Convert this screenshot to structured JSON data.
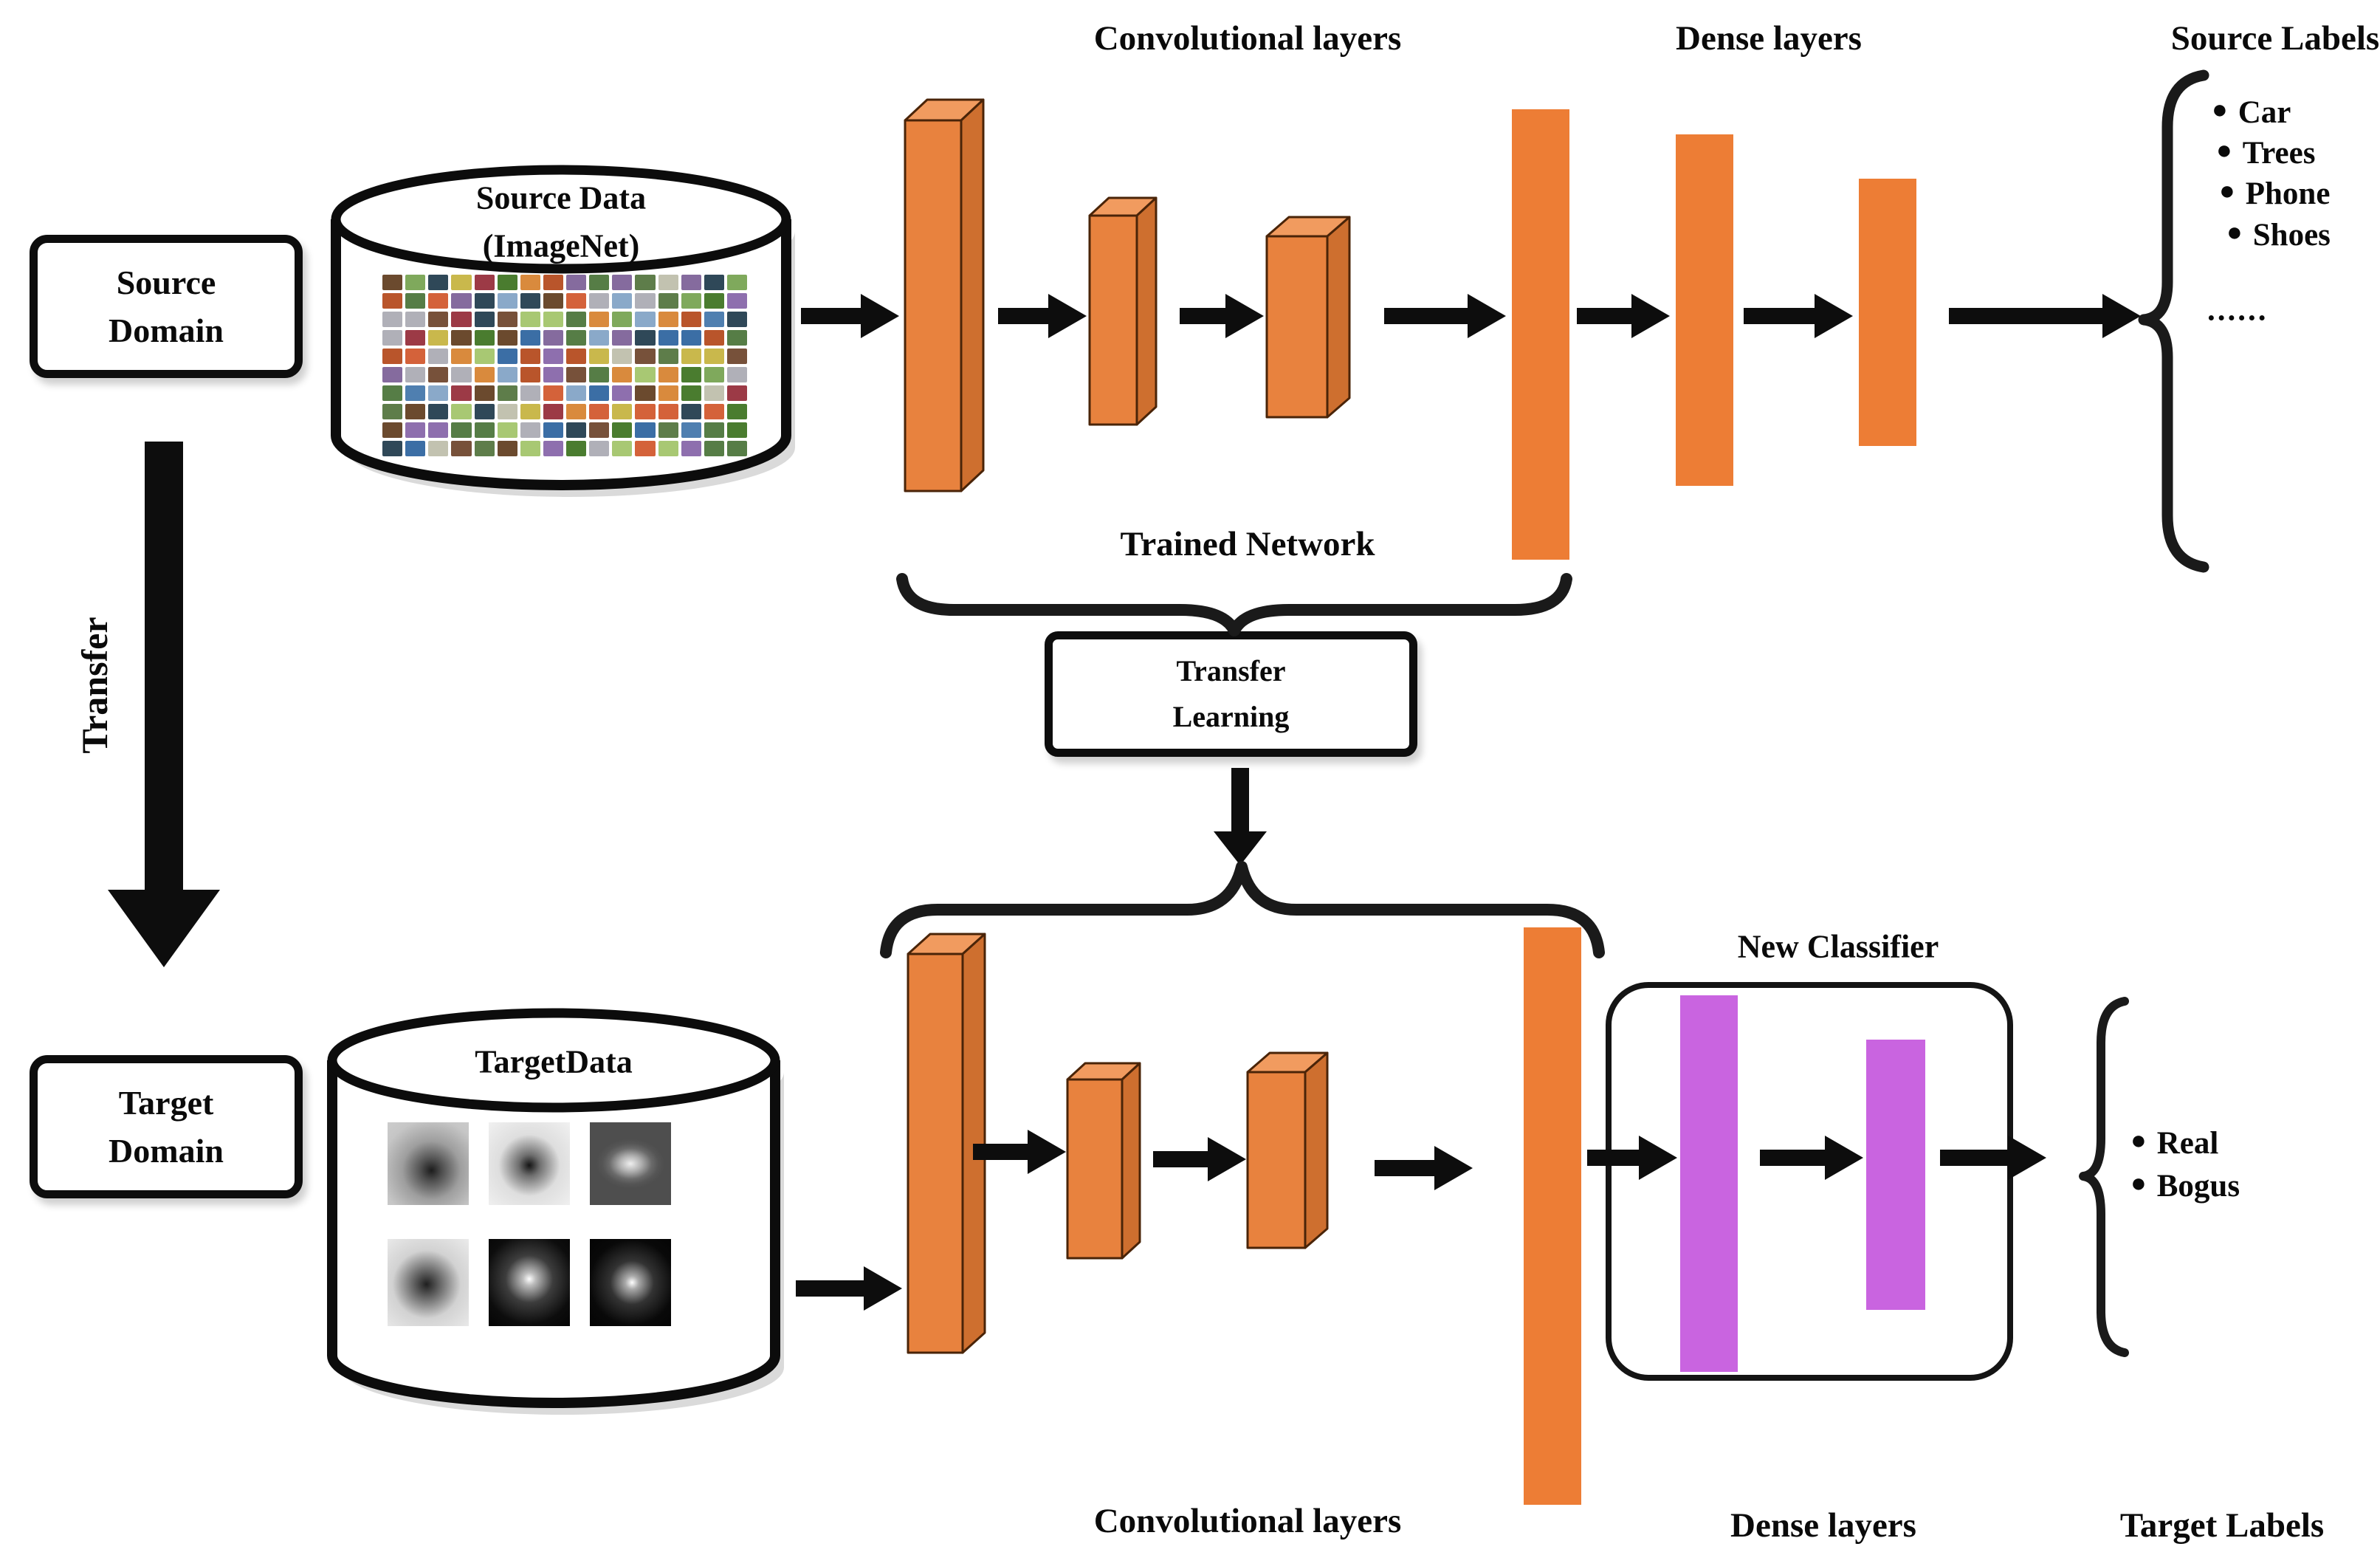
{
  "titles": {
    "conv_top": "Convolutional layers",
    "dense_top": "Dense layers",
    "source_labels": "Source Labels",
    "trained_network": "Trained Network",
    "new_classifier": "New Classifier",
    "conv_bottom": "Convolutional layers",
    "dense_bottom": "Dense layers",
    "target_labels": "Target Labels"
  },
  "boxes": {
    "source_domain": {
      "line1": "Source",
      "line2": "Domain"
    },
    "target_domain": {
      "line1": "Target",
      "line2": "Domain"
    },
    "transfer_learning": {
      "line1": "Transfer",
      "line2": "Learning"
    }
  },
  "cylinders": {
    "source": {
      "title": "Source Data",
      "subtitle": "(ImageNet)"
    },
    "target": {
      "title": "TargetData"
    }
  },
  "transfer_arrow": {
    "label": "Transfer"
  },
  "source_labels": {
    "items": [
      "Car",
      "Trees",
      "Phone",
      "Shoes"
    ],
    "ellipsis": "......"
  },
  "target_labels": {
    "items": [
      "Real",
      "Bogus"
    ]
  },
  "colors": {
    "conv_front": "#E8823E",
    "conv_top": "#F19B5F",
    "conv_side": "#CE6F2F",
    "conv_outline": "#4A2408",
    "dense_flat": "#ED7D35",
    "classifier_purple": "#C964E0",
    "ink": "#0d0d0d"
  },
  "mosaic": {
    "cols": 16,
    "rows": 10,
    "palette": [
      "#4a7c2f",
      "#7fa95c",
      "#b9552b",
      "#8aa9c9",
      "#c9b84c",
      "#6b4a2e",
      "#3b6ea5",
      "#9c3a46",
      "#d98a3d",
      "#5e7d4a",
      "#8e6fae",
      "#2f4858",
      "#c2c2b0",
      "#77513a",
      "#a8c873",
      "#4f7fb0",
      "#b0b0b8",
      "#856b9e",
      "#d4623a",
      "#567d46"
    ]
  }
}
